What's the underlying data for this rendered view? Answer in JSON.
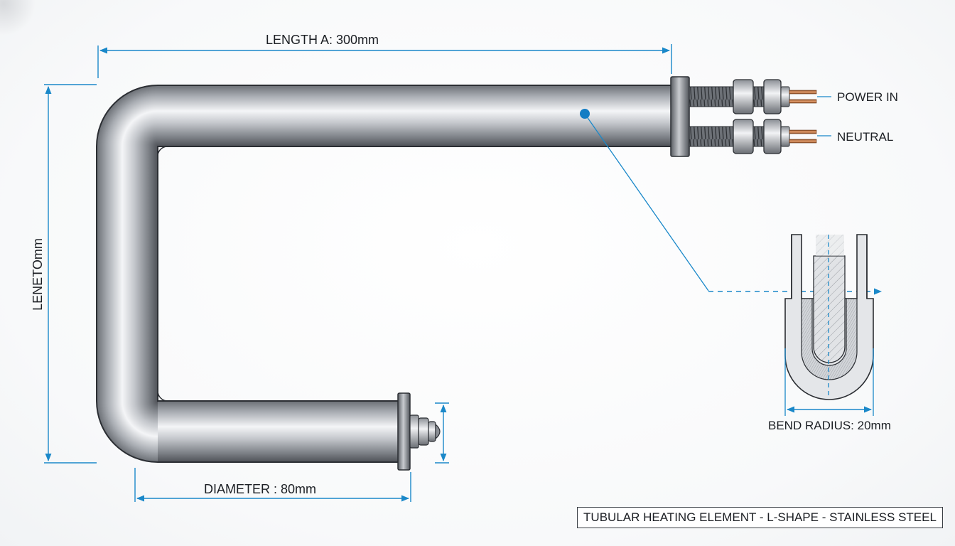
{
  "diagram": {
    "title_block": "TUBULAR HEATING ELEMENT - L-SHAPE - STAINLESS STEEL",
    "dimensions": {
      "length_a": "LENGTH A: 300mm",
      "length_b": "LENETOmm",
      "diameter": "DIAMETER : 80mm",
      "bend_radius": "BEND RADIUS: 20mm"
    },
    "terminals": {
      "power_in": "POWER IN",
      "neutral": "NEUTRAL"
    },
    "colors": {
      "dimension_line": "#1a88c9",
      "callout_dot": "#137dc4",
      "steel_dark": "#4a4d52",
      "steel_light": "#f4f5f7",
      "copper": "#c4733a",
      "text": "#1c1f24"
    }
  }
}
